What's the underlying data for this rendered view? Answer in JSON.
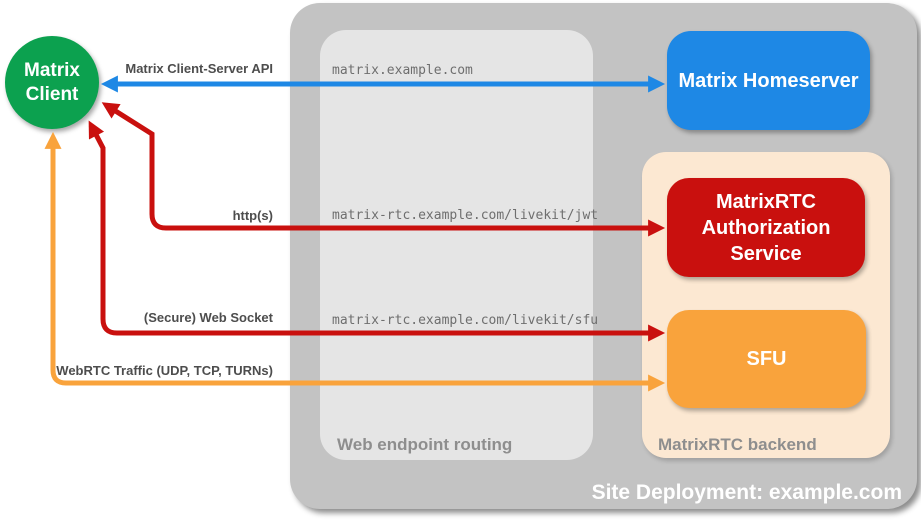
{
  "client": {
    "label": "Matrix Client"
  },
  "connections": {
    "api": {
      "label": "Matrix Client-Server API",
      "color": "#1e88e5"
    },
    "http": {
      "label": "http(s)",
      "color": "#c9100e"
    },
    "websocket": {
      "label": "(Secure) Web Socket",
      "color": "#c9100e"
    },
    "webrtc": {
      "label": "WebRTC Traffic (UDP, TCP, TURNs)",
      "color": "#f9a33c"
    }
  },
  "routing": {
    "label": "Web endpoint routing",
    "endpoints": {
      "homeserver": "matrix.example.com",
      "jwt": "matrix-rtc.example.com/livekit/jwt",
      "sfu": "matrix-rtc.example.com/livekit/sfu"
    }
  },
  "homeserver": {
    "label": "Matrix Homeserver"
  },
  "backend": {
    "label": "MatrixRTC backend",
    "auth_service": {
      "label": "MatrixRTC Authorization Service"
    },
    "sfu": {
      "label": "SFU"
    }
  },
  "deployment": {
    "label": "Site Deployment: example.com"
  },
  "colors": {
    "client_green": "#0ca14f",
    "homeserver_blue": "#1e88e5",
    "auth_red": "#c9100e",
    "sfu_orange": "#f9a33c",
    "backend_peach": "#fce8d2",
    "site_gray": "#c3c3c3",
    "routing_gray": "#e5e5e5"
  }
}
